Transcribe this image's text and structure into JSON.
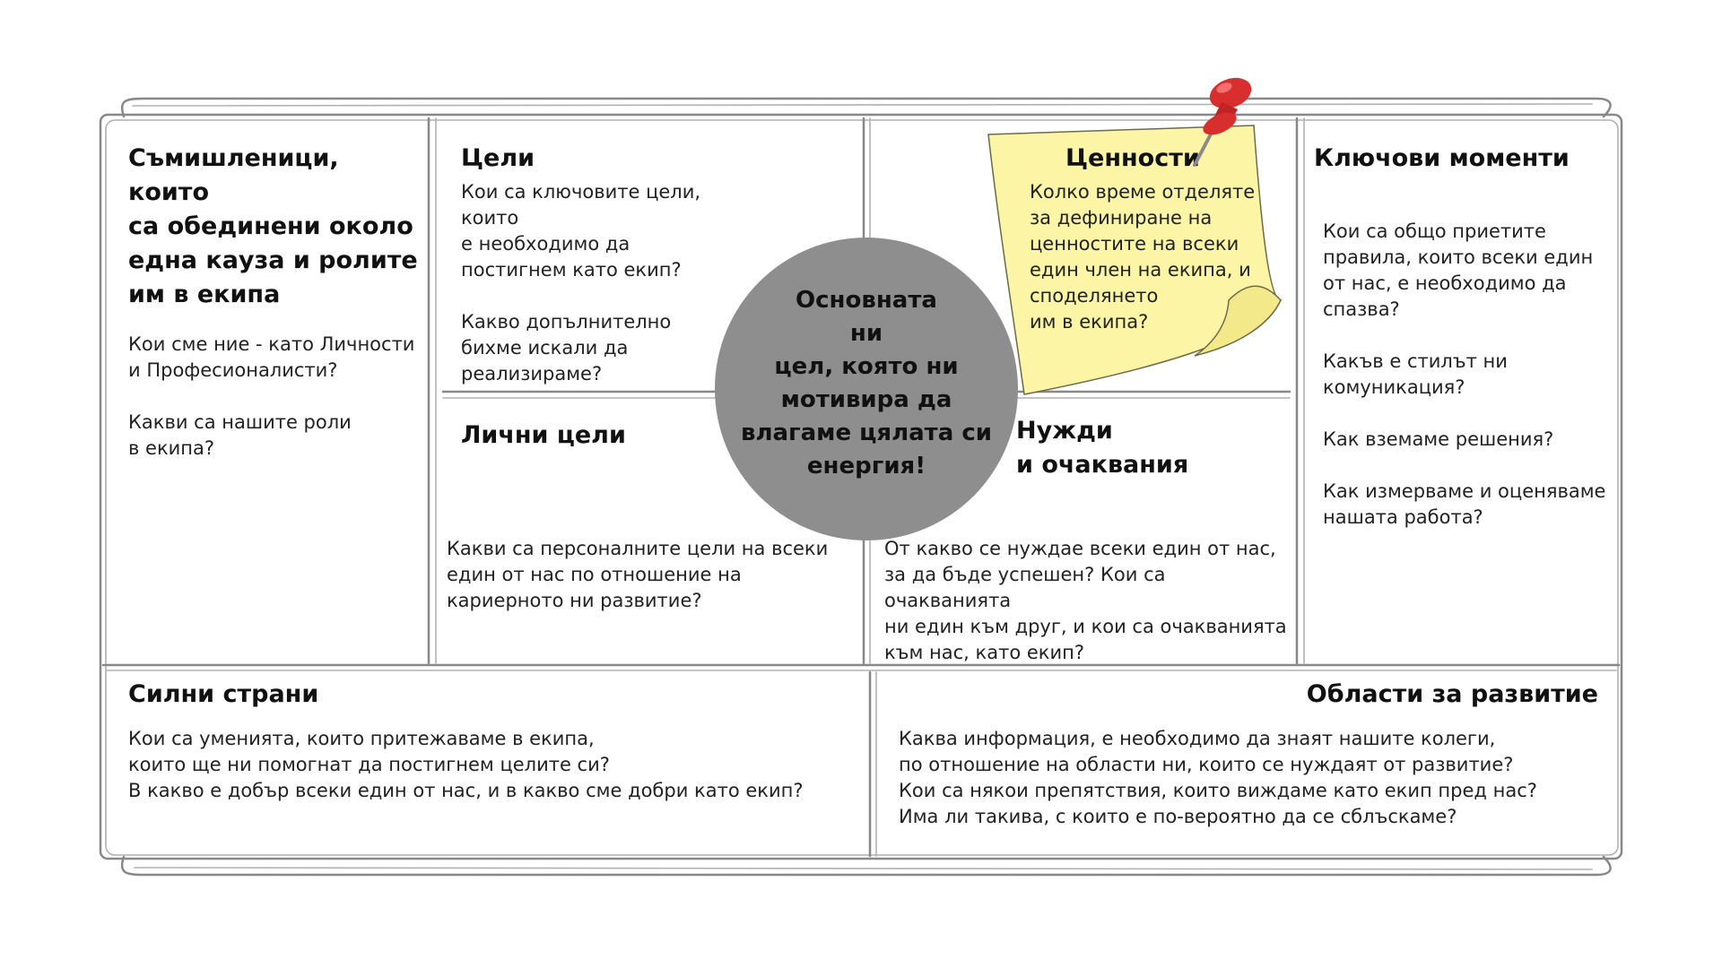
{
  "colors": {
    "frame": "#888888",
    "circle": "#8e8e8e",
    "note": "#fdf5a6",
    "note_fold": "#f3e98a",
    "pin": "#d92e2e"
  },
  "blocks": {
    "partners": {
      "title": "Съмишленици, които\nса обединени около\nедна кауза и ролите\nим в екипа",
      "body": "Кои сме ние - като Личности\nи Професионалисти?\n\nКакви са нашите роли\nв екипа?"
    },
    "goals": {
      "title": "Цели",
      "body": "Кои са ключовите цели, които\nе необходимо да\nпостигнем като екип?\n\nКакво допълнително\nбихме искали да\nреализираме?"
    },
    "values": {
      "title": "Ценности",
      "body": "Колко време отделяте\nза дефиниране на\nценностите на всеки\nедин член на екипа, и\nсподелянето\nим в екипа?"
    },
    "key_moments": {
      "title": "Ключови моменти",
      "body": "Кои са общо приетите\nправила, които всеки един\nот нас, е необходимо да\nспазва?\n\nКакъв е стилът ни\nкомуникация?\n\nКак вземаме решения?\n\nКак измерваме и оценяваме\nнашата работа?"
    },
    "personal_goals": {
      "title": "Лични цели",
      "body": "Какви са персоналните цели на всеки\nедин от нас по отношение на\nкариерното ни развитие?"
    },
    "needs": {
      "title": "Нужди\nи очаквания",
      "body": "От какво се нуждае всеки един от нас,\nза да бъде успешен? Кои са очакванията\nни един към друг, и кои са очакванията\nкъм нас, като екип?"
    },
    "strengths": {
      "title": "Силни страни",
      "body": "Кои са уменията, които притежаваме в екипа,\nкоито ще ни помогнат да постигнем целите си?\nВ какво е добър всеки един от нас, и в какво сме добри като екип?"
    },
    "development": {
      "title": "Области за развитие",
      "body": "Каква информация, е необходимо да знаят нашите колеги,\nпо отношение на области ни, които се нуждаят от развитие?\nКои са някои препятствия, които виждаме като екип пред нас?\nИма ли такива, с които е по-вероятно да се сблъскаме?"
    }
  },
  "center": {
    "text": "Основната\nни\nцел, която ни\nмотивира да\nвлагаме цялата си\nенергия!"
  },
  "icons": {
    "pin": "push-pin-icon",
    "note": "sticky-note"
  }
}
